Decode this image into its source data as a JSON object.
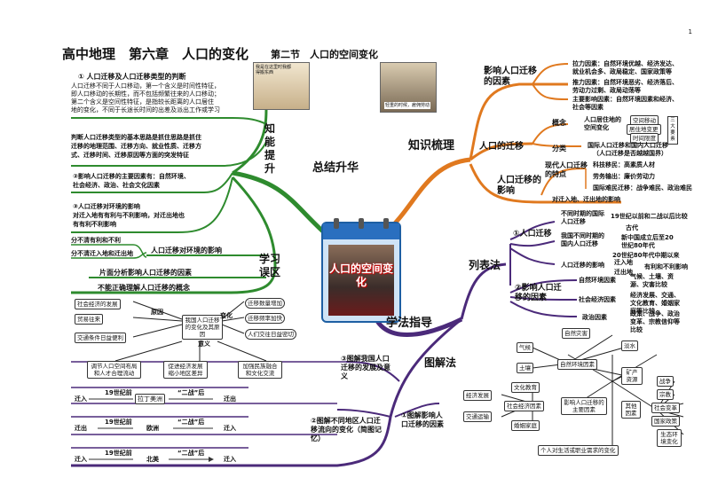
{
  "page_number": "1",
  "title": "高中地理　第六章　人口的变化",
  "subtitle": "第二节　人口的空间变化",
  "center": {
    "label": "人口的空间变化"
  },
  "colors": {
    "green": "#2e8b2e",
    "orange": "#e0791f",
    "purple": "#4b2a7a",
    "dark": "#222222"
  },
  "branches": {
    "summary": "总结升华",
    "knowledge": "知识梳理",
    "method": "学法指导",
    "ability": "知能提升",
    "mistakes": "学习误区",
    "list": "列表法",
    "diagram": "图解法"
  },
  "ability": {
    "p1_title": "① 人口迁移及人口迁移类型的判断",
    "p1_lines": [
      "人口迁移不同于人口移动，第一个含义是时间性特征，",
      "即人口移动的长期性，而不包括频繁往来的人口移动；",
      "第二个含义是空间性特征，是指较长距离的人口居住",
      "地的变化，不同于长途长时间的出差及派出工作或学习"
    ],
    "p2_lines": [
      "判断人口迁移类型的基本思路是抓住思路是抓住",
      "迁移的地理范围、迁移方向、就业性质、迁移方",
      "式、迁移时间、迁移原因等方面的突发特征"
    ],
    "p3_lines": [
      "②影响人口迁移的主要因素有：自然环境、",
      "社会经济、政治、社会文化因素"
    ],
    "p4_lines": [
      "③人口迁移对环境的影响",
      "对迁入地有有利与不利影响，对迁出地也",
      "有有利不利影响"
    ],
    "img_caption_1": "我是在这里时我都得搬东西",
    "img_caption_2": "轻重的时候，雇佣劳动"
  },
  "mistakes": {
    "items": [
      "分不清有利和不利",
      "分不清迁入地和迁出地",
      "人口迁移对环境的影响",
      "片面分析影响人口迁移的因素",
      "不能正确理解人口迁移的概念"
    ]
  },
  "knowledge": {
    "factors": {
      "label": "影响人口迁移的因素",
      "items": [
        "拉力因素：自然环境优越、经济发达、",
        "就业机会多、政局稳定、国家政策等",
        "推力因素：自然环境恶劣、经济落后、",
        "劳动力过剩、政局动荡等",
        "主要影响因素：自然环境因素和经济、",
        "社会等因素"
      ]
    },
    "migration": {
      "label": "人口的迁移",
      "concept": "概念",
      "concept_items": [
        "人口居住地的空间变化",
        "空间移动",
        "居住地变更",
        "时间限度"
      ],
      "three_elements": "三大要素",
      "classify": "分类",
      "classify_items": [
        "国际人口迁移和国内人口迁移",
        "（人口迁移是否越越国界）"
      ]
    },
    "impact": {
      "label": "人口迁移的影响",
      "modern": "现代人口迁移的特点",
      "modern_items": [
        "科技移民：高素质人材",
        "劳务输出：廉价劳动力",
        "国际难民迁移：战争难民、政治难民"
      ],
      "effect": "对迁入地、迁出地的影响"
    }
  },
  "list_method": {
    "migration": {
      "label": "①人口迁移",
      "inter": "不同时期的国际人口迁移",
      "inter_items": [
        "19世纪以前和二战以后比较"
      ],
      "domestic": "我国不同时期的国内人口迁移",
      "domestic_items": [
        "古代",
        "新中国成立后至20世纪80年代",
        "20世纪80年代中期以来"
      ],
      "effect": "人口迁移的影响",
      "effect_items": [
        "迁入地",
        "迁出地",
        "有利和不利影响"
      ]
    },
    "factors": {
      "label": "②影响人口迁移的因素",
      "natural": "自然环境因素",
      "natural_items": [
        "气候、土壤、资源、灾害比较"
      ],
      "economy": "社会经济因素",
      "economy_items": [
        "经济发展、交通、文化教育、婚姻家庭等比较"
      ],
      "politics": "政治因素",
      "politics_items": [
        "政策、战争、政治变革、宗教信仰等比较"
      ]
    }
  },
  "diagram_method": {
    "reasons": {
      "label": "③图解我国人口迁移的发展及意义",
      "core": "我国人口迁移的变化及其原因",
      "core_top": "原因",
      "core_right": "变化",
      "core_bottom": "意义",
      "left_items": [
        "社会经济的发展",
        "贸易往来",
        "交通条件日益便利"
      ],
      "right_items": [
        "迁移数量增加",
        "迁移频率加快",
        "人们交往日益密切"
      ],
      "bottom_items": [
        "调节人口空间布局和人才合理流动",
        "促进经济发展缩小地区差异",
        "加强民族融合和文化交流"
      ]
    },
    "flows": {
      "label": "②图解不同地区人口迁移流向的变化（简图记忆）",
      "rows": [
        {
          "before": "19世纪前",
          "after": "“二战”后",
          "region": "拉丁美洲",
          "in": "迁入",
          "out": "迁出"
        },
        {
          "before": "19世纪前",
          "after": "“二战”后",
          "region": "欧洲",
          "in": "迁出",
          "out": "迁入"
        },
        {
          "before": "19世纪前",
          "after": "“二战”后",
          "region": "北美",
          "in": "迁入",
          "out": "迁入"
        }
      ]
    },
    "factors": {
      "label": "①图解影响人口迁移的因素",
      "natural": "自然环境因素",
      "natural_items": [
        "自然灾害",
        "气候",
        "土壤",
        "淡水",
        "矿产资源"
      ],
      "economy": "社会经济因素",
      "economy_items": [
        "文化教育",
        "经济发展",
        "交通运输",
        "婚姻家庭"
      ],
      "main": "影响人口迁移的主要因素",
      "other": "其他因素",
      "other_items": [
        "战争",
        "宗教",
        "社会变革",
        "国家政策",
        "生态环境变化"
      ],
      "bottom": "个人对生活或职业需求的变化"
    }
  }
}
